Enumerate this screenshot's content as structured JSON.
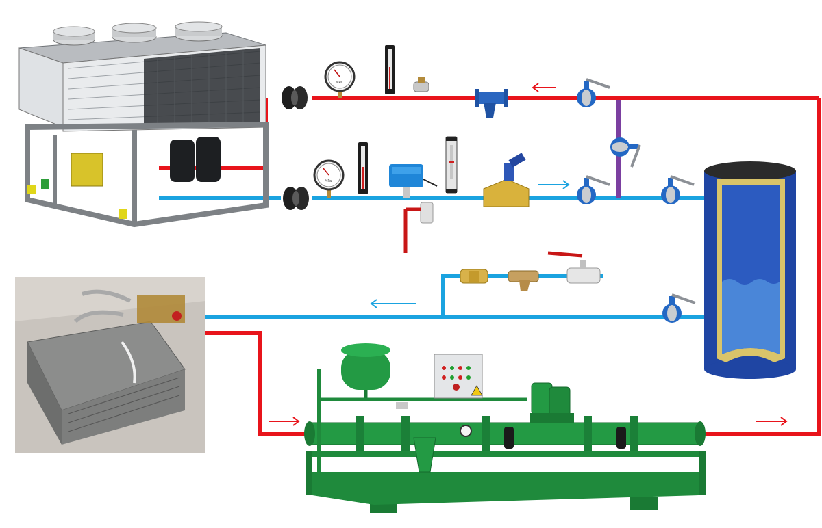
{
  "diagram": {
    "colors": {
      "supply_hot": "#e8141b",
      "return_cold": "#1aa3e0",
      "bypass": "#7b3fa0",
      "tank_shell": "#1f45a3",
      "tank_water": "#4a86d8",
      "tank_insulation": "#d9c46a",
      "pump_station": "#1f8a3c",
      "valve_body": "#2468c4"
    },
    "components": {
      "chiller": "air-cooled-chiller",
      "buffer_tank": "buffer-tank",
      "pump_station": "pump-station",
      "consumer": "fan-coil-unit"
    },
    "gauge_unit": "MPa",
    "flow_directions": [
      "left",
      "right",
      "left",
      "right"
    ]
  }
}
